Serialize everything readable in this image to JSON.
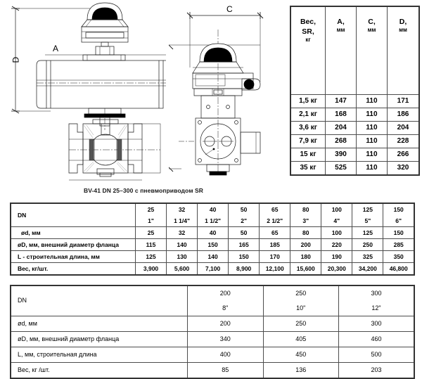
{
  "caption": "BV-41 DN 25–300 с пневмоприводом SR",
  "drawing": {
    "side_view_name": "side-view-pneumatic-actuator-ball-valve",
    "front_view_name": "front-view-pneumatic-actuator-ball-valve",
    "dim_D": "D",
    "dim_A": "A",
    "dim_C": "C"
  },
  "table_sr": {
    "headers": [
      {
        "main": "Вес,",
        "line2": "SR,",
        "line3": "кг"
      },
      {
        "main": "A,",
        "line2": "мм"
      },
      {
        "main": "C,",
        "line2": "мм"
      },
      {
        "main": "D,",
        "line2": "мм"
      }
    ],
    "rows": [
      [
        "1,5 кг",
        "147",
        "110",
        "171"
      ],
      [
        "2,1 кг",
        "168",
        "110",
        "186"
      ],
      [
        "3,6 кг",
        "204",
        "110",
        "204"
      ],
      [
        "7,9 кг",
        "268",
        "110",
        "228"
      ],
      [
        "15 кг",
        "390",
        "110",
        "266"
      ],
      [
        "35 кг",
        "525",
        "110",
        "320"
      ]
    ]
  },
  "table_main": {
    "row_labels": [
      "DN",
      "ød, мм",
      "øD, мм, внешний диаметр  фланца",
      "L - строительная длина, мм",
      "Вес, кг/шт."
    ],
    "dn_mm": [
      "25",
      "32",
      "40",
      "50",
      "65",
      "80",
      "100",
      "125",
      "150"
    ],
    "dn_inch": [
      "1\"",
      "1 1/4\"",
      "1 1/2\"",
      "2\"",
      "2 1/2\"",
      "3\"",
      "4\"",
      "5\"",
      "6\""
    ],
    "bore_d": [
      "25",
      "32",
      "40",
      "50",
      "65",
      "80",
      "100",
      "125",
      "150"
    ],
    "flange_D": [
      "115",
      "140",
      "150",
      "165",
      "185",
      "200",
      "220",
      "250",
      "285"
    ],
    "length_L": [
      "125",
      "130",
      "140",
      "150",
      "170",
      "180",
      "190",
      "325",
      "350"
    ],
    "weight": [
      "3,900",
      "5,600",
      "7,100",
      "8,900",
      "12,100",
      "15,600",
      "20,300",
      "34,200",
      "46,800"
    ]
  },
  "table_large": {
    "row_labels": [
      "DN",
      "ød, мм",
      "øD, мм, внешний диаметр фланца",
      "L, мм, строительная длина",
      "Вес, кг /шт."
    ],
    "dn_mm": [
      "200",
      "250",
      "300"
    ],
    "dn_inch": [
      "8\"",
      "10\"",
      "12\""
    ],
    "bore_d": [
      "200",
      "250",
      "300"
    ],
    "flange_D": [
      "340",
      "405",
      "460"
    ],
    "length_L": [
      "400",
      "450",
      "500"
    ],
    "weight": [
      "85",
      "136",
      "203"
    ]
  },
  "colors": {
    "line": "#1a1a1a",
    "table_border": "#4d4d4d",
    "table_outer": "#333333",
    "indicator_cap": "#000000"
  }
}
